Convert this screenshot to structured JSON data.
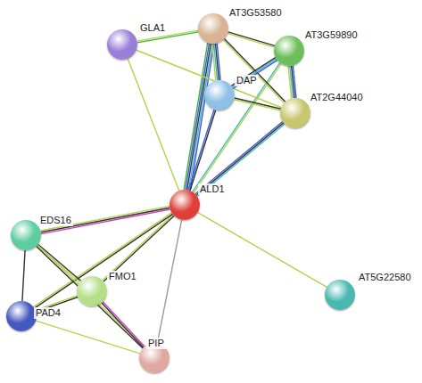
{
  "diagram": {
    "nodes": [
      {
        "text": [
          "GLA1"
        ]
      },
      {
        "text": [
          "AT3G53580"
        ]
      },
      {
        "text": [
          "AT3G59890"
        ]
      },
      {
        "text": [
          "DAP"
        ]
      },
      {
        "text": [
          "AT2G44040"
        ]
      },
      {
        "text": [
          "ALD1"
        ]
      },
      {
        "text": [
          "EDS16"
        ]
      },
      {
        "text": [
          "FMO1"
        ]
      },
      {
        "text": [
          "PAD4"
        ]
      },
      {
        "text": [
          "PIP"
        ]
      },
      {
        "text": [
          "AT5G22580"
        ]
      }
    ],
    "edges": [
      {
        "from": 5,
        "to": 0,
        "arrow": "none"
      },
      {
        "from": 5,
        "to": 1,
        "arrow": "none"
      },
      {
        "from": 5,
        "to": 2,
        "arrow": "none"
      },
      {
        "from": 5,
        "to": 3,
        "arrow": "none"
      },
      {
        "from": 5,
        "to": 4,
        "arrow": "none"
      },
      {
        "from": 5,
        "to": 6,
        "arrow": "none"
      },
      {
        "from": 5,
        "to": 7,
        "arrow": "none"
      },
      {
        "from": 5,
        "to": 8,
        "arrow": "none"
      },
      {
        "from": 5,
        "to": 9,
        "arrow": "none"
      },
      {
        "from": 5,
        "to": 10,
        "arrow": "none"
      },
      {
        "from": 0,
        "to": 1,
        "arrow": "none"
      },
      {
        "from": 0,
        "to": 4,
        "arrow": "none"
      },
      {
        "from": 1,
        "to": 2,
        "arrow": "none"
      },
      {
        "from": 1,
        "to": 3,
        "arrow": "none"
      },
      {
        "from": 1,
        "to": 4,
        "arrow": "none"
      },
      {
        "from": 2,
        "to": 3,
        "arrow": "none"
      },
      {
        "from": 2,
        "to": 4,
        "arrow": "none"
      },
      {
        "from": 3,
        "to": 4,
        "arrow": "none"
      },
      {
        "from": 6,
        "to": 7,
        "arrow": "none"
      },
      {
        "from": 6,
        "to": 8,
        "arrow": "none"
      },
      {
        "from": 6,
        "to": 9,
        "arrow": "none"
      },
      {
        "from": 7,
        "to": 8,
        "arrow": "none"
      },
      {
        "from": 7,
        "to": 9,
        "arrow": "none"
      },
      {
        "from": 8,
        "to": 9,
        "arrow": "none"
      }
    ]
  }
}
